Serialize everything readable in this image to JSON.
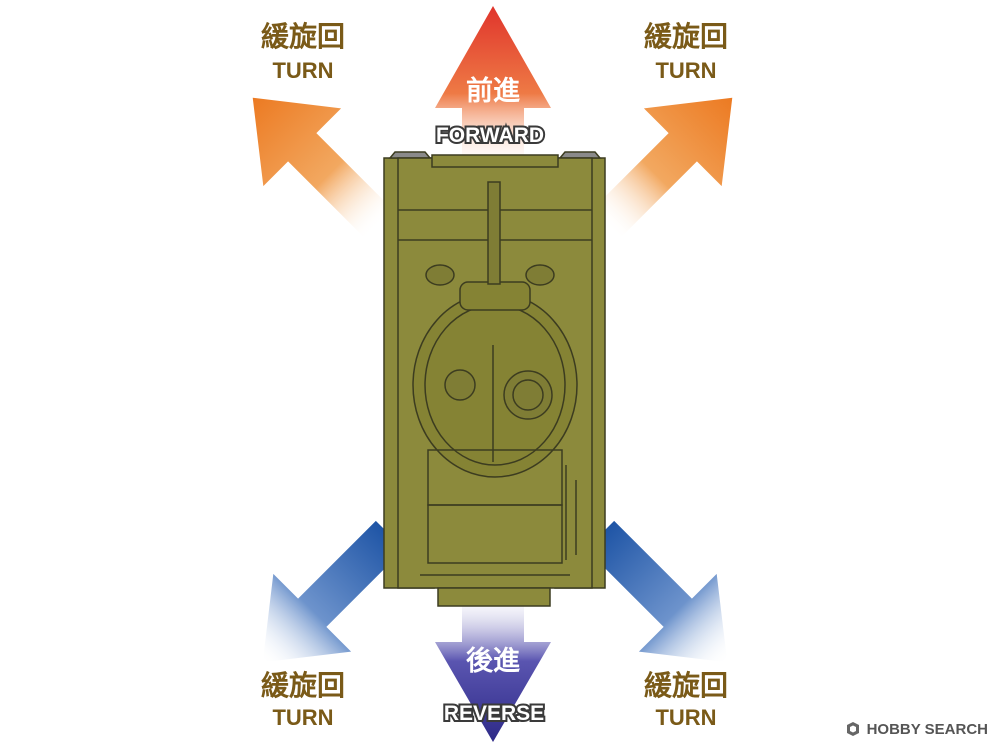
{
  "labels": {
    "forward_jp": "前進",
    "forward_en": "FORWARD",
    "reverse_jp": "後進",
    "reverse_en": "REVERSE",
    "turn_jp": "緩旋回",
    "turn_en": "TURN"
  },
  "watermark": "HOBBY SEARCH",
  "colors": {
    "forward_arrow": "#e8483b",
    "turn_front_arrow": "#ee8a30",
    "reverse_arrow": "#3f3c94",
    "turn_rear_arrow": "#2b63ae",
    "label_brown": "#7a5a18",
    "hull_fill": "#8c8a3c",
    "hull_line": "#3c3c20"
  },
  "icons": [
    "hobby-search-logo-icon"
  ]
}
